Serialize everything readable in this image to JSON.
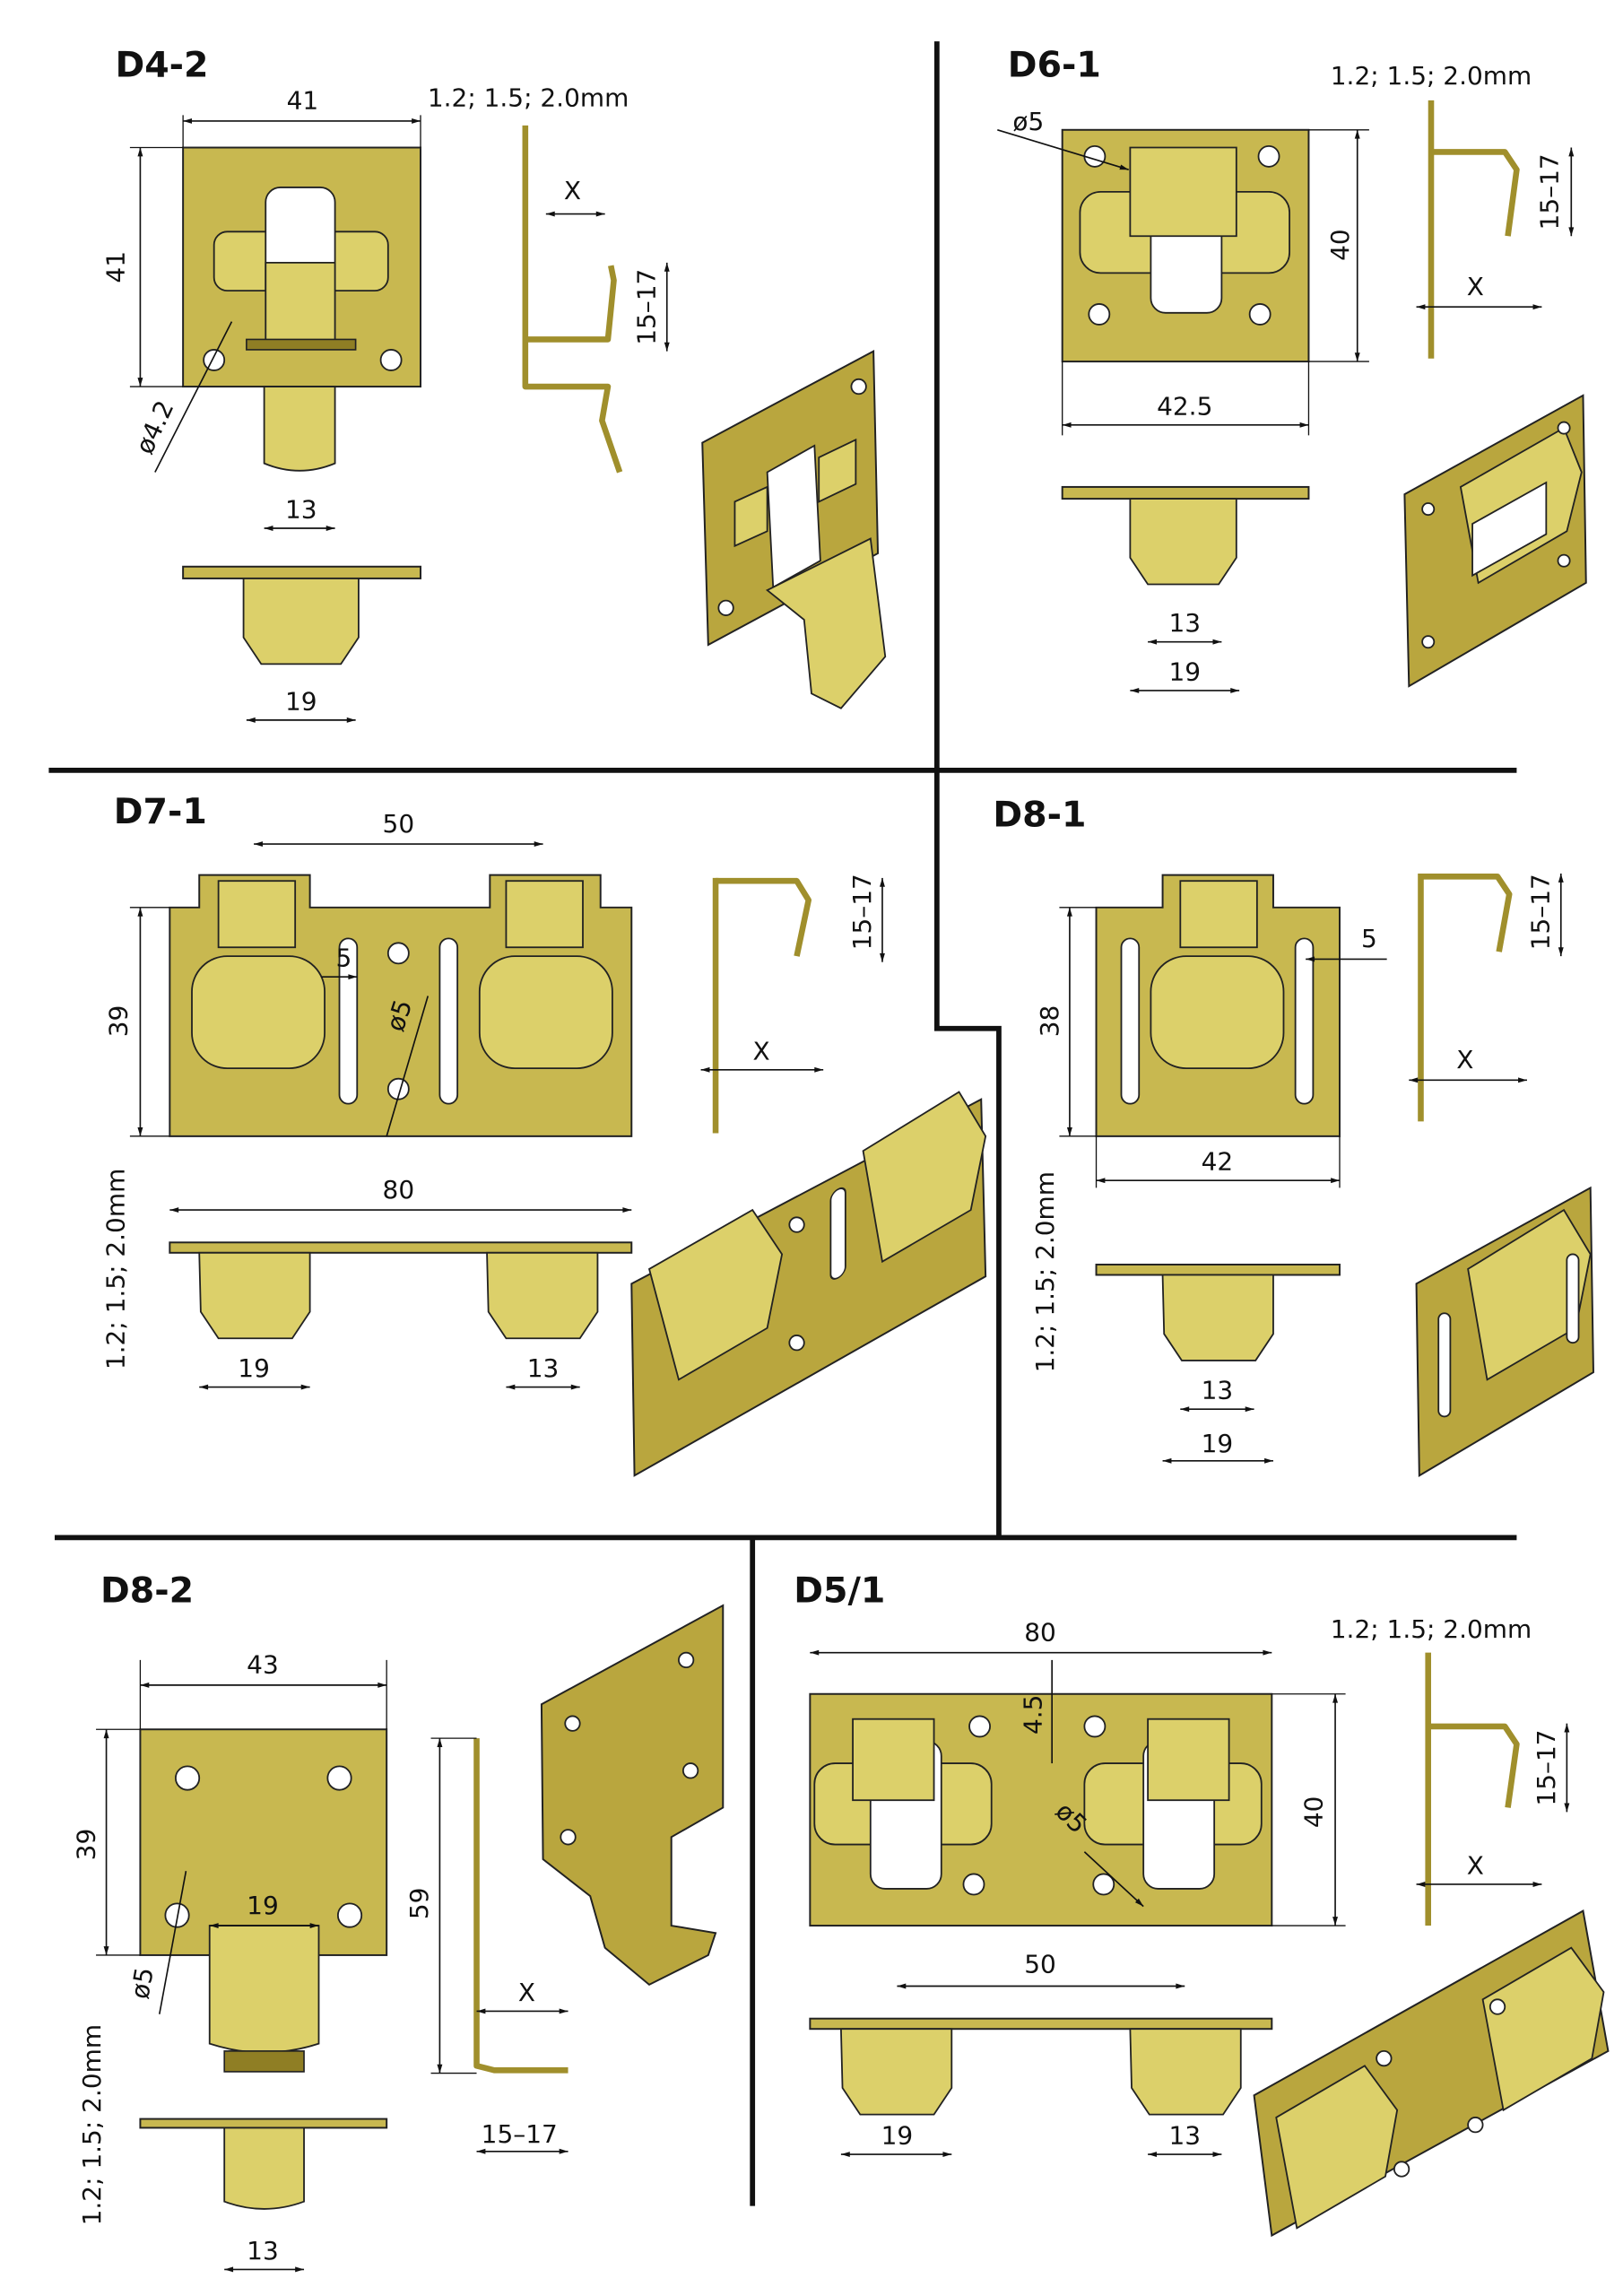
{
  "colors": {
    "brass": "#c8b850",
    "brass_light": "#dcd06a",
    "brass_dark": "#8f7e24",
    "lines": "#111111"
  },
  "panels": [
    {
      "title": "D4-2",
      "labels": [
        "41",
        "41",
        "1.2; 1.5; 2.0mm",
        "X",
        "15–17",
        "ø4.2",
        "13",
        "19"
      ]
    },
    {
      "title": "D6-1",
      "labels": [
        "1.2; 1.5; 2.0mm",
        "ø5",
        "40",
        "42.5",
        "15–17",
        "X",
        "13",
        "19"
      ]
    },
    {
      "title": "D7-1",
      "labels": [
        "50",
        "39",
        "5",
        "ø5",
        "15–17",
        "X",
        "80",
        "1.2; 1.5; 2.0mm",
        "19",
        "13"
      ]
    },
    {
      "title": "D8-1",
      "labels": [
        "5",
        "38",
        "42",
        "15–17",
        "X",
        "1.2; 1.5; 2.0mm",
        "13",
        "19"
      ]
    },
    {
      "title": "D8-2",
      "labels": [
        "43",
        "39",
        "19",
        "ø5",
        "59",
        "X",
        "15–17",
        "1.2; 1.5; 2.0mm",
        "13"
      ]
    },
    {
      "title": "D5/1",
      "labels": [
        "80",
        "1.2; 1.5; 2.0mm",
        "4.5",
        "ø5",
        "40",
        "15–17",
        "X",
        "50",
        "19",
        "13"
      ]
    }
  ]
}
